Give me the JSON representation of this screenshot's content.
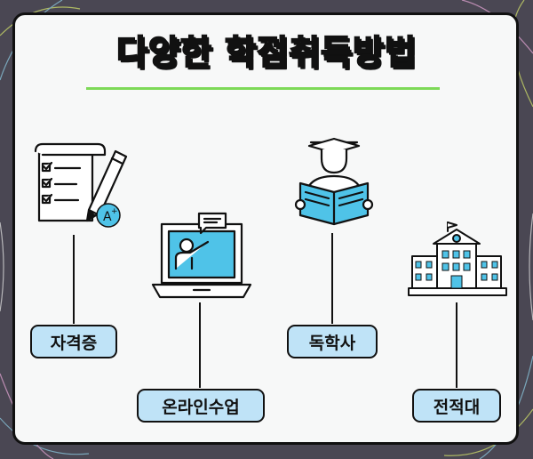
{
  "title": "다양한 학점취득방법",
  "methods": [
    {
      "label": "자격증",
      "icon": "certificate-checklist-icon"
    },
    {
      "label": "온라인수업",
      "icon": "online-class-laptop-icon"
    },
    {
      "label": "독학사",
      "icon": "self-study-graduate-icon"
    },
    {
      "label": "전적대",
      "icon": "university-building-icon"
    }
  ],
  "colors": {
    "accent_blue": "#4fc3e8",
    "pill_fill": "#bfe3f7",
    "underline_green": "#7dd957",
    "outline": "#111111",
    "background": "#4a4753"
  }
}
